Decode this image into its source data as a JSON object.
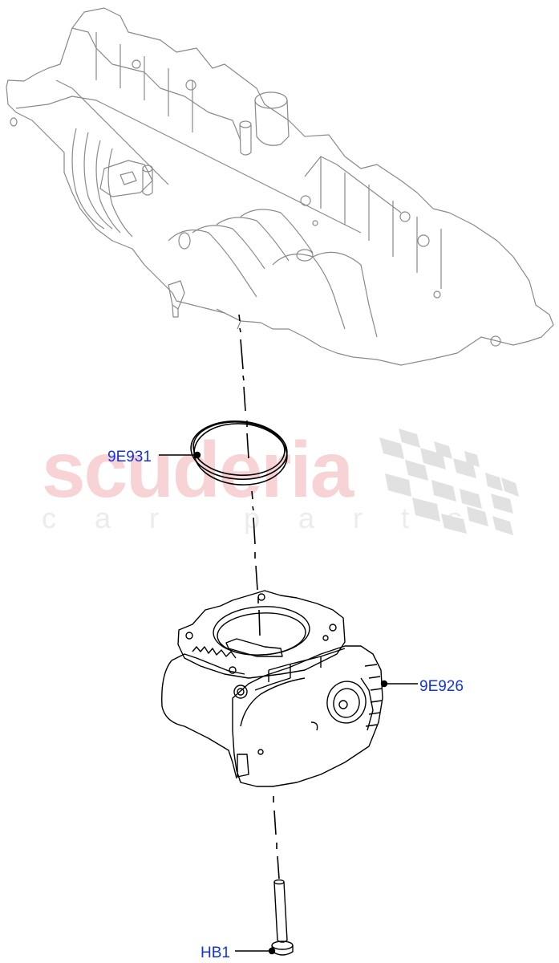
{
  "diagram": {
    "type": "exploded-parts-diagram",
    "subject": "Throttle body assembly mounted to intake manifold",
    "watermark": {
      "main": "scuderia",
      "sub": "car parts",
      "main_color": "#f7d3d5",
      "sub_color": "#ececec",
      "flag_color": "#e1e1e1"
    },
    "callout_color": "#1432e6",
    "line_color": "#000000",
    "parts": [
      {
        "id": "part-intake-manifold",
        "label": "",
        "description": "Intake manifold"
      },
      {
        "id": "part-gasket",
        "label": "9E931",
        "description": "Throttle body gasket / O-ring"
      },
      {
        "id": "part-throttle-body",
        "label": "9E926",
        "description": "Throttle body"
      },
      {
        "id": "part-bolt",
        "label": "HB1",
        "description": "Bolt"
      }
    ]
  }
}
